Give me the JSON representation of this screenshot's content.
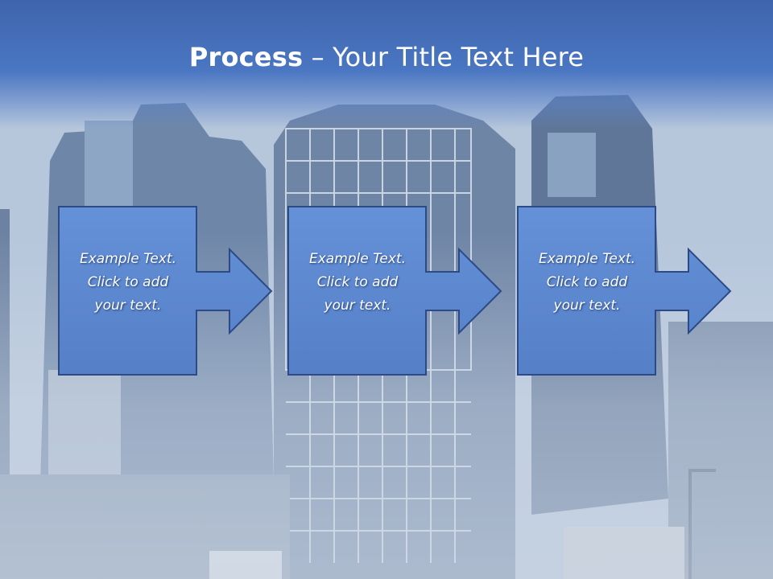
{
  "title": {
    "bold": "Process",
    "separator": " – ",
    "rest": "Your Title Text Here"
  },
  "steps": [
    {
      "line1": "Example Text.",
      "line2": "Click  to add",
      "line3": "your text."
    },
    {
      "line1": "Example Text.",
      "line2": "Click  to add",
      "line3": "your text."
    },
    {
      "line1": "Example Text.",
      "line2": "Click  to add",
      "line3": "your text."
    }
  ],
  "colors": {
    "title_bar": "#4a76c2",
    "box_fill": "#5b87d1",
    "box_border": "#2f4f8f",
    "text": "#ffffff"
  }
}
